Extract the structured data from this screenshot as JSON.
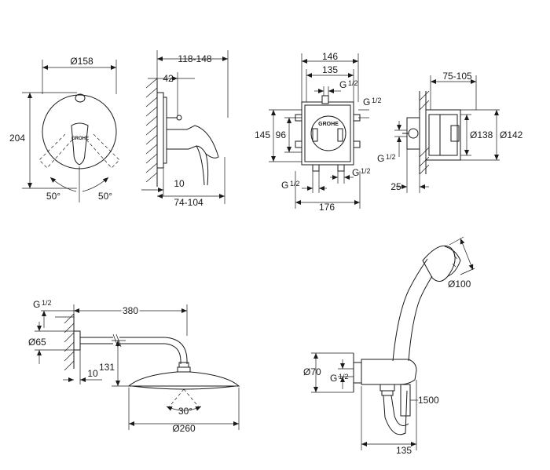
{
  "views": {
    "mixer_front": {
      "dia": "Ø158",
      "height": "204",
      "angle_left": "50°",
      "angle_right": "50°",
      "brand": "GROHE"
    },
    "mixer_side": {
      "depth_range": "118-148",
      "offset": "42",
      "depth": "10",
      "projection": "74-104"
    },
    "box_front": {
      "width_outer": "146",
      "width_inner": "135",
      "thread_top": "G",
      "thread_top_frac": "1/2",
      "thread_right": "G",
      "thread_right_frac": "1/2",
      "height_outer": "145",
      "height_inner": "96",
      "thread_bl": "G",
      "thread_bl_frac": "1/2",
      "thread_br": "G",
      "thread_br_frac": "1/2",
      "width_total": "176",
      "brand": "GROHE"
    },
    "box_side": {
      "depth_range": "75-105",
      "dia_inner": "Ø138",
      "dia_outer": "Ø142",
      "thread": "G",
      "thread_frac": "1/2",
      "depth": "25"
    },
    "head_shower": {
      "thread": "G",
      "thread_frac": "1/2",
      "arm_length": "380",
      "rosette": "Ø65",
      "drop": "131",
      "wall": "10",
      "angle": "30°",
      "dia": "Ø260"
    },
    "hand_shower": {
      "head_dia": "Ø100",
      "elbow_dia": "Ø70",
      "thread": "G",
      "thread_frac": "1/2",
      "hose": "1500",
      "width": "135"
    }
  }
}
